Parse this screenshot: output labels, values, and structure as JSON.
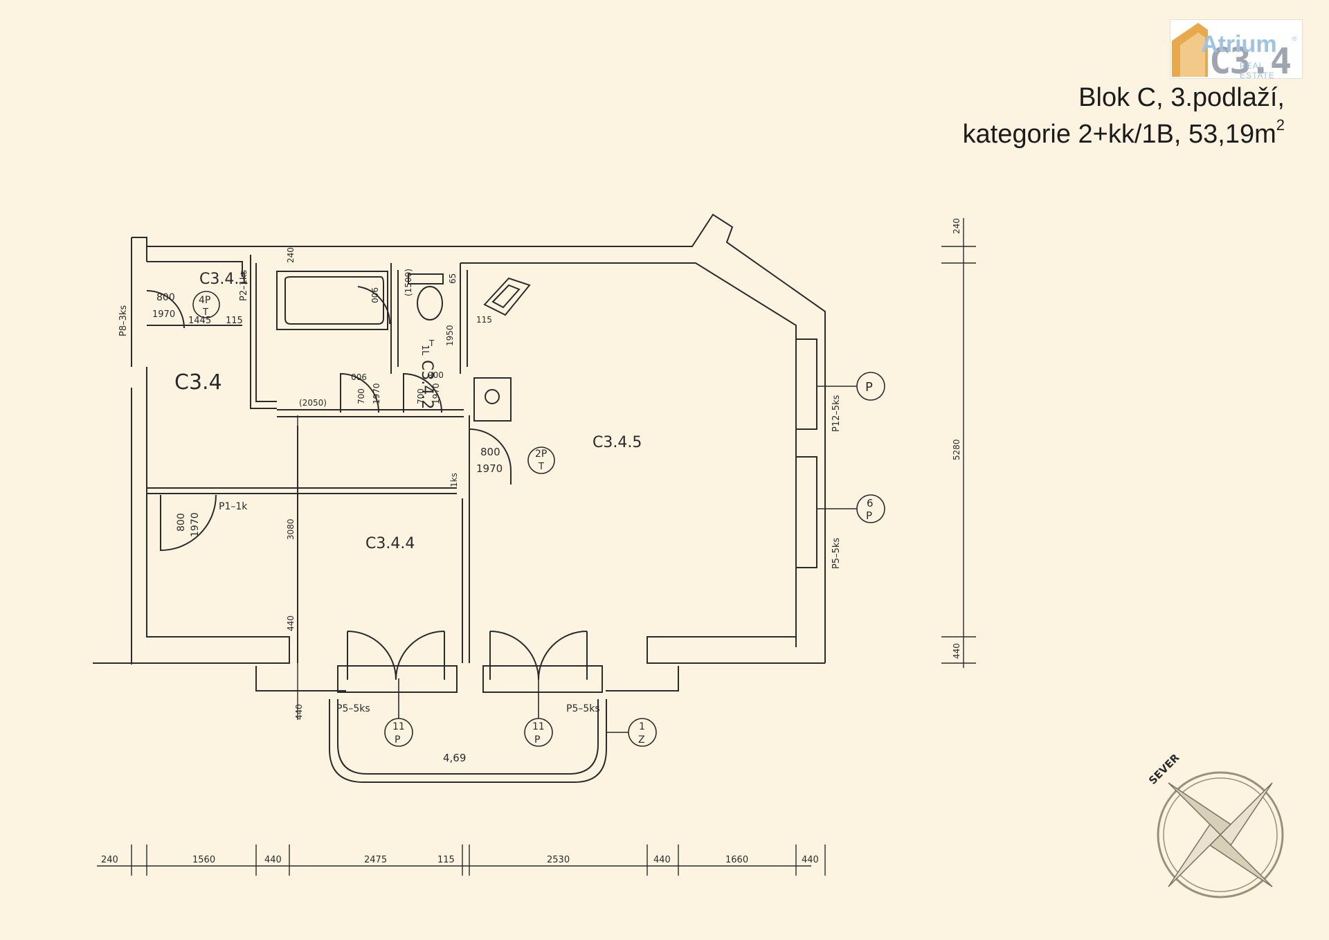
{
  "header": {
    "logo_brand": "Atrium",
    "logo_sub": "REAL ESTATE",
    "logo_reg": "®",
    "unit_code": "C3.4",
    "title_line1": "Blok C, 3.podlaží,",
    "title_line2": "kategorie 2+kk/1B, 53,19m",
    "title_sup": "2"
  },
  "rooms": {
    "apartment": "C3.4",
    "hall": "C3.4.1",
    "wc": "C3.4.2",
    "bedroom": "C3.4.4",
    "living": "C3.4.5"
  },
  "doors": {
    "entry": {
      "width": "800",
      "height": "1970",
      "code": "4P",
      "sub": "T",
      "win": "P8–3ks"
    },
    "hall_width": "1445",
    "hall_wall": "115",
    "bath_label": "P2–1ks",
    "bath_door_w": "900",
    "bath_door_dw": "700",
    "bath_door_dh": "1970",
    "bath_width": "(2050)",
    "wc_door_w": "900",
    "wc_door_dw": "700",
    "wc_door_dh": "1970",
    "wc_height": "1950",
    "wc_depth": "(1500)",
    "wc_small": "65",
    "wc_code": "1L",
    "wc_sub": "T",
    "wall_115": "115",
    "living_door": {
      "width": "800",
      "height": "1970",
      "code": "2P",
      "sub": "T",
      "count": "1ks"
    },
    "closet": {
      "width": "800",
      "height": "1970",
      "label": "P1–1k"
    }
  },
  "dims": {
    "top_240": "240",
    "right_240": "240",
    "right_5280": "5280",
    "right_440": "440",
    "left_3080": "3080",
    "left_440a": "440",
    "left_440b": "440",
    "bottom": [
      "240",
      "1560",
      "440",
      "2475",
      "115",
      "2530",
      "440",
      "1660",
      "440"
    ]
  },
  "windows": {
    "east_upper": "P12–5ks",
    "east_upper_mark": "P",
    "east_lower": "P5–5ks",
    "east_lower_num": "6",
    "east_lower_mark": "P",
    "south_left": "P5–5ks",
    "south_right": "P5–5ks",
    "south_left_num": "11",
    "south_left_mark": "P",
    "south_right_num": "11",
    "south_right_mark": "P",
    "balcony_num": "1",
    "balcony_mark": "Z"
  },
  "balcony_area": "4,69",
  "compass": {
    "label": "SEVER"
  },
  "colors": {
    "background": "#FCF3E1",
    "lines": "#2a2a2a",
    "compass": "#9a9078",
    "logo_blue": "#9ec3e3",
    "logo_orange": "#e8a94d"
  }
}
